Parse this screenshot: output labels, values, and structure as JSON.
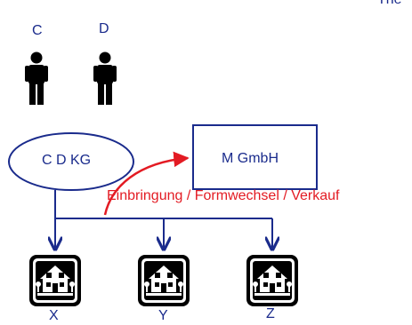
{
  "corner_text": "The",
  "persons": [
    {
      "label": "C"
    },
    {
      "label": "D"
    }
  ],
  "partnership": {
    "label": "C D KG"
  },
  "company": {
    "label": "M GmbH"
  },
  "transfer": {
    "label": "Einbringung / Formwechsel / Verkauf"
  },
  "properties": [
    {
      "label": "X"
    },
    {
      "label": "Y"
    },
    {
      "label": "Z"
    }
  ],
  "colors": {
    "ink": "#1a2b8c",
    "accent": "#e31b23",
    "icon": "#000000"
  },
  "icons": {
    "person": "person-icon",
    "house": "house-icon"
  }
}
